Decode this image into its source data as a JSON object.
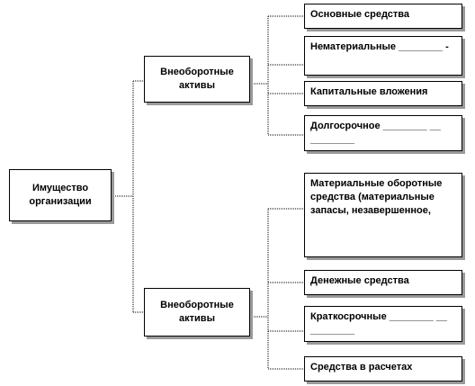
{
  "root": {
    "label": "Имущество организации"
  },
  "groups": [
    {
      "label": "Внеоборотные активы",
      "items": [
        "Основные средства",
        "Нематериальные ________ -",
        "Капитальные вложения",
        "Долгосрочное ________ __ ________"
      ]
    },
    {
      "label": "Внеоборотные активы",
      "items": [
        "Материальные оборотные средства (материальные запасы, незавершенное,",
        "Денежные средства",
        "Краткосрочные ________ __ ________",
        "Средства в расчетах"
      ]
    }
  ],
  "colors": {
    "line": "#000000",
    "shadow": "#9a9a9a"
  }
}
